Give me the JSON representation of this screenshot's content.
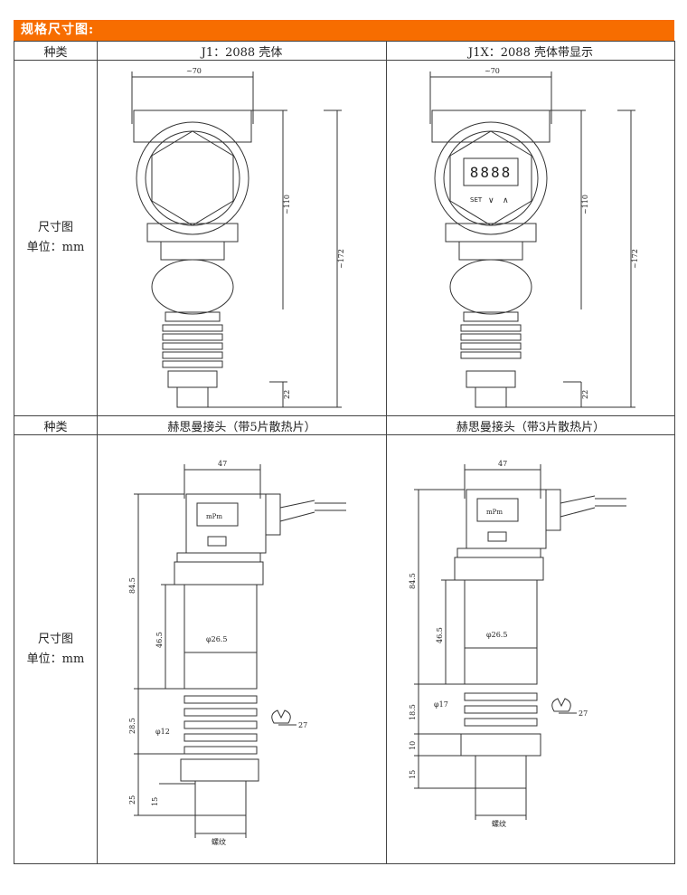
{
  "section_title": "规格尺寸图:",
  "rows": [
    {
      "category_label": "种类",
      "col1_title": "J1：2088 壳体",
      "col2_title": "J1X：2088 壳体带显示",
      "side_label_1": "尺寸图",
      "side_label_2": "单位：mm",
      "drawing1": {
        "width_dim": "~70",
        "height_dim1": "~110",
        "height_dim2": "~172",
        "height_dim3": "22"
      },
      "drawing2": {
        "width_dim": "~70",
        "height_dim1": "~110",
        "height_dim2": "~172",
        "height_dim3": "22",
        "display_digits": "8888",
        "btn_set": "SET",
        "btn_down": "∨",
        "btn_up": "∧"
      }
    },
    {
      "category_label": "种类",
      "col1_title": "赫思曼接头（带5片散热片）",
      "col2_title": "赫思曼接头（带3片散热片）",
      "side_label_1": "尺寸图",
      "side_label_2": "单位：mm",
      "drawing1": {
        "width_dim": "47",
        "h_total": "84.5",
        "h_body": "46.5",
        "diameter": "φ26.5",
        "h_fins": "28.5",
        "neck": "φ12",
        "wrench": "27",
        "h_thread_total": "25",
        "h_thread": "15",
        "thread_label": "螺纹",
        "logo": "mPm"
      },
      "drawing2": {
        "width_dim": "47",
        "h_total": "84.5",
        "h_body": "46.5",
        "diameter": "φ26.5",
        "h_fins": "18.5",
        "neck": "φ17",
        "wrench": "27",
        "h_nut": "10",
        "h_thread": "15",
        "thread_label": "螺纹",
        "logo": "mPm"
      }
    }
  ]
}
